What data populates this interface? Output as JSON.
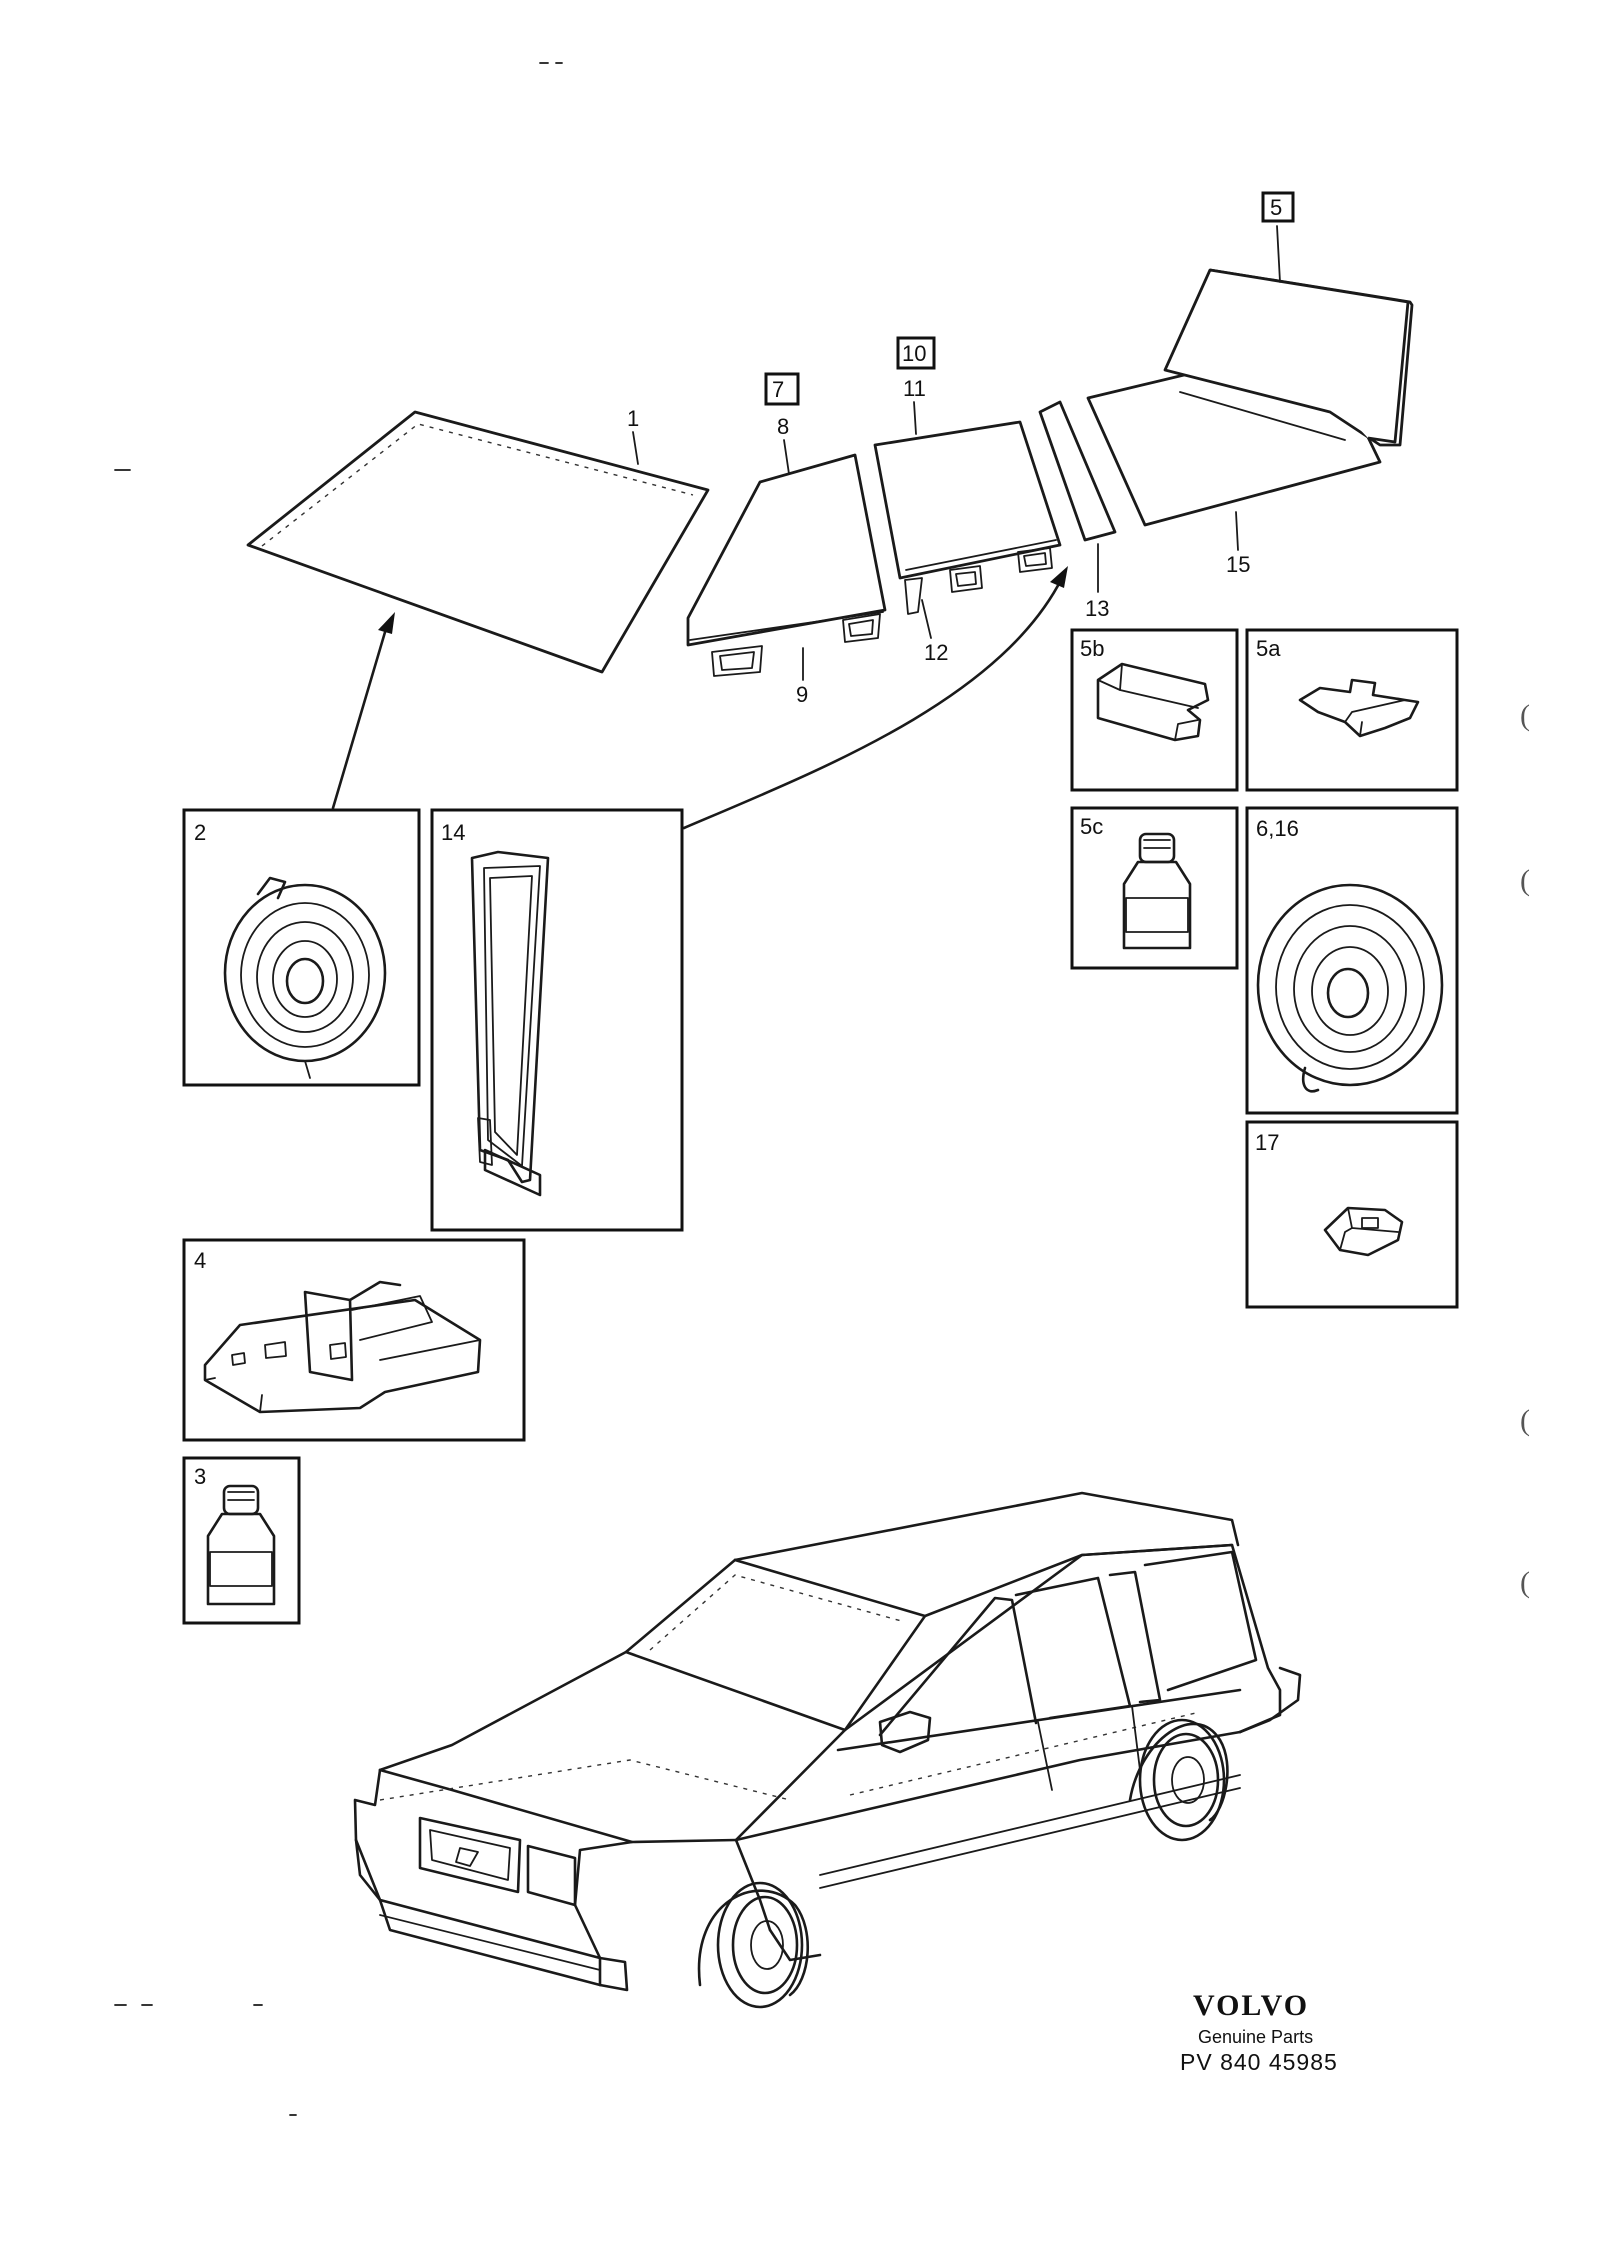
{
  "callouts": {
    "c1": "1",
    "c5": "5",
    "c7": "7",
    "c8": "8",
    "c9": "9",
    "c10": "10",
    "c11": "11",
    "c12": "12",
    "c13": "13",
    "c15": "15"
  },
  "box_labels": {
    "b2": "2",
    "b14": "14",
    "b5b": "5b",
    "b5a": "5a",
    "b5c": "5c",
    "b616": "6,16",
    "b17": "17",
    "b4": "4",
    "b3": "3"
  },
  "margin_marks": [
    "(",
    "(",
    "(",
    "("
  ],
  "brand": {
    "logo": "VOLVO",
    "tagline": "Genuine Parts",
    "part_number": "PV  840 45985"
  }
}
